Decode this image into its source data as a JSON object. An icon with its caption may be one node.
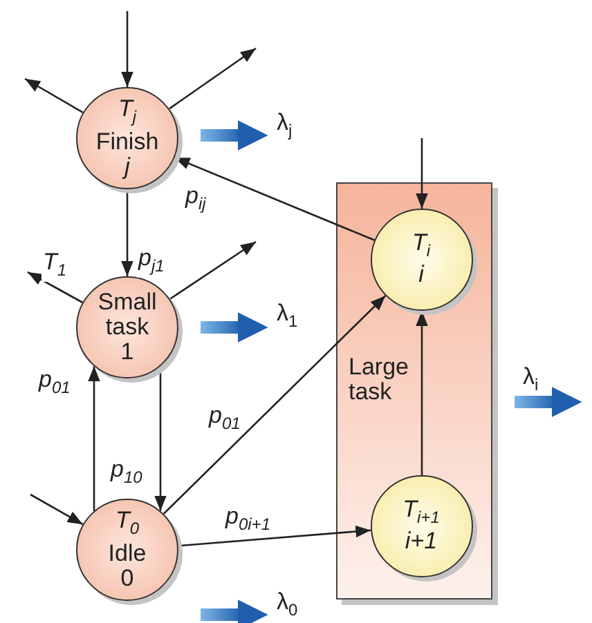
{
  "diagram": {
    "nodes": [
      {
        "text": [
          "T$_{j}$",
          "Finish",
          "j"
        ]
      },
      {
        "text": [
          "Small task",
          "1"
        ]
      },
      {
        "text": [
          "Large task"
        ]
      },
      {
        "text": [
          "T$_{i}$",
          "i"
        ],
        "in": 2
      },
      {
        "text": [
          "T$_{0}$",
          "Idle",
          "0"
        ]
      },
      {
        "text": [
          "T$_{i+1}$",
          "i+1"
        ],
        "in": 2
      }
    ],
    "edges": [
      {
        "from": null,
        "to": 0,
        "arrow": "to"
      },
      {
        "from": 0,
        "to": null,
        "arrow": "to"
      },
      {
        "from": 0,
        "to": null,
        "arrow": "to"
      },
      {
        "from": 3,
        "to": 0,
        "arrow": "to",
        "label": "p$_{ij}$"
      },
      {
        "from": 0,
        "to": 1,
        "arrow": "to",
        "label": "p$_{j1}$"
      },
      {
        "from": 1,
        "to": null,
        "arrow": "to",
        "label": "T$_{1}$"
      },
      {
        "from": 1,
        "to": null,
        "arrow": "to"
      },
      {
        "from": 4,
        "to": 1,
        "arrow": "to",
        "label": "p$_{01}$"
      },
      {
        "from": 1,
        "to": 4,
        "arrow": "to",
        "label": "p$_{10}$"
      },
      {
        "from": null,
        "to": 4,
        "arrow": "to"
      },
      {
        "from": 4,
        "to": 3,
        "arrow": "to",
        "label": "p$_{01}$"
      },
      {
        "from": 4,
        "to": 5,
        "arrow": "to",
        "label": "p$_{0i+1}$"
      },
      {
        "from": 5,
        "to": 3,
        "arrow": "to"
      },
      {
        "from": null,
        "to": 3,
        "arrow": "to"
      }
    ],
    "labels": [
      "λ$_{j}$",
      "λ$_{1}$",
      "λ$_{i}$",
      "λ$_{0}$"
    ]
  }
}
